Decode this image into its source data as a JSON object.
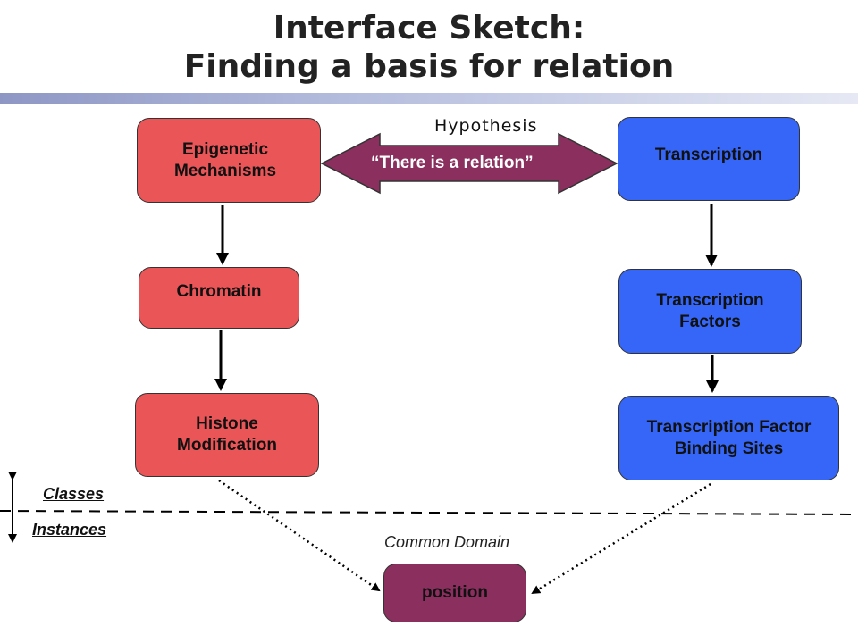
{
  "title": {
    "line1": "Interface Sketch:",
    "line2": "Finding a basis for relation"
  },
  "hypothesis": {
    "label": "Hypothesis",
    "relation": "“There is a relation”"
  },
  "left_chain": [
    {
      "label": "Epigenetic\nMechanisms"
    },
    {
      "label": "Chromatin"
    },
    {
      "label": "Histone\nModification"
    }
  ],
  "right_chain": [
    {
      "label": "Transcription"
    },
    {
      "label": "Transcription\nFactors"
    },
    {
      "label": "Transcription Factor\nBinding Sites"
    }
  ],
  "common": {
    "domain_label": "Common Domain",
    "node_label": "position"
  },
  "levels": {
    "classes": "Classes",
    "instances": "Instances"
  },
  "colors": {
    "left_nodes": "#ea5558",
    "right_nodes": "#3566f7",
    "common_node": "#8b2f5e",
    "relation_arrow": "#8b2f5e"
  }
}
